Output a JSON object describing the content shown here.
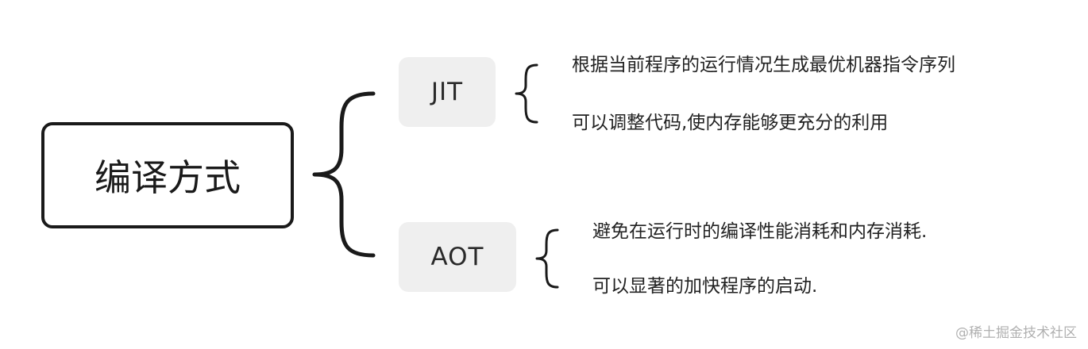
{
  "diagram": {
    "root": {
      "label": "编译方式"
    },
    "branches": [
      {
        "label": "JIT",
        "leaves": [
          "根据当前程序的运行情况生成最优机器指令序列",
          "可以调整代码,使内存能够更充分的利用"
        ]
      },
      {
        "label": "AOT",
        "leaves": [
          "避免在运行时的编译性能消耗和内存消耗.",
          "可以显著的加快程序的启动."
        ]
      }
    ]
  },
  "watermark": "@稀土掘金技术社区",
  "colors": {
    "stroke": "#1a1a1a",
    "branch_fill": "#efefef",
    "text": "#222222",
    "watermark": "#b0b0b0"
  }
}
